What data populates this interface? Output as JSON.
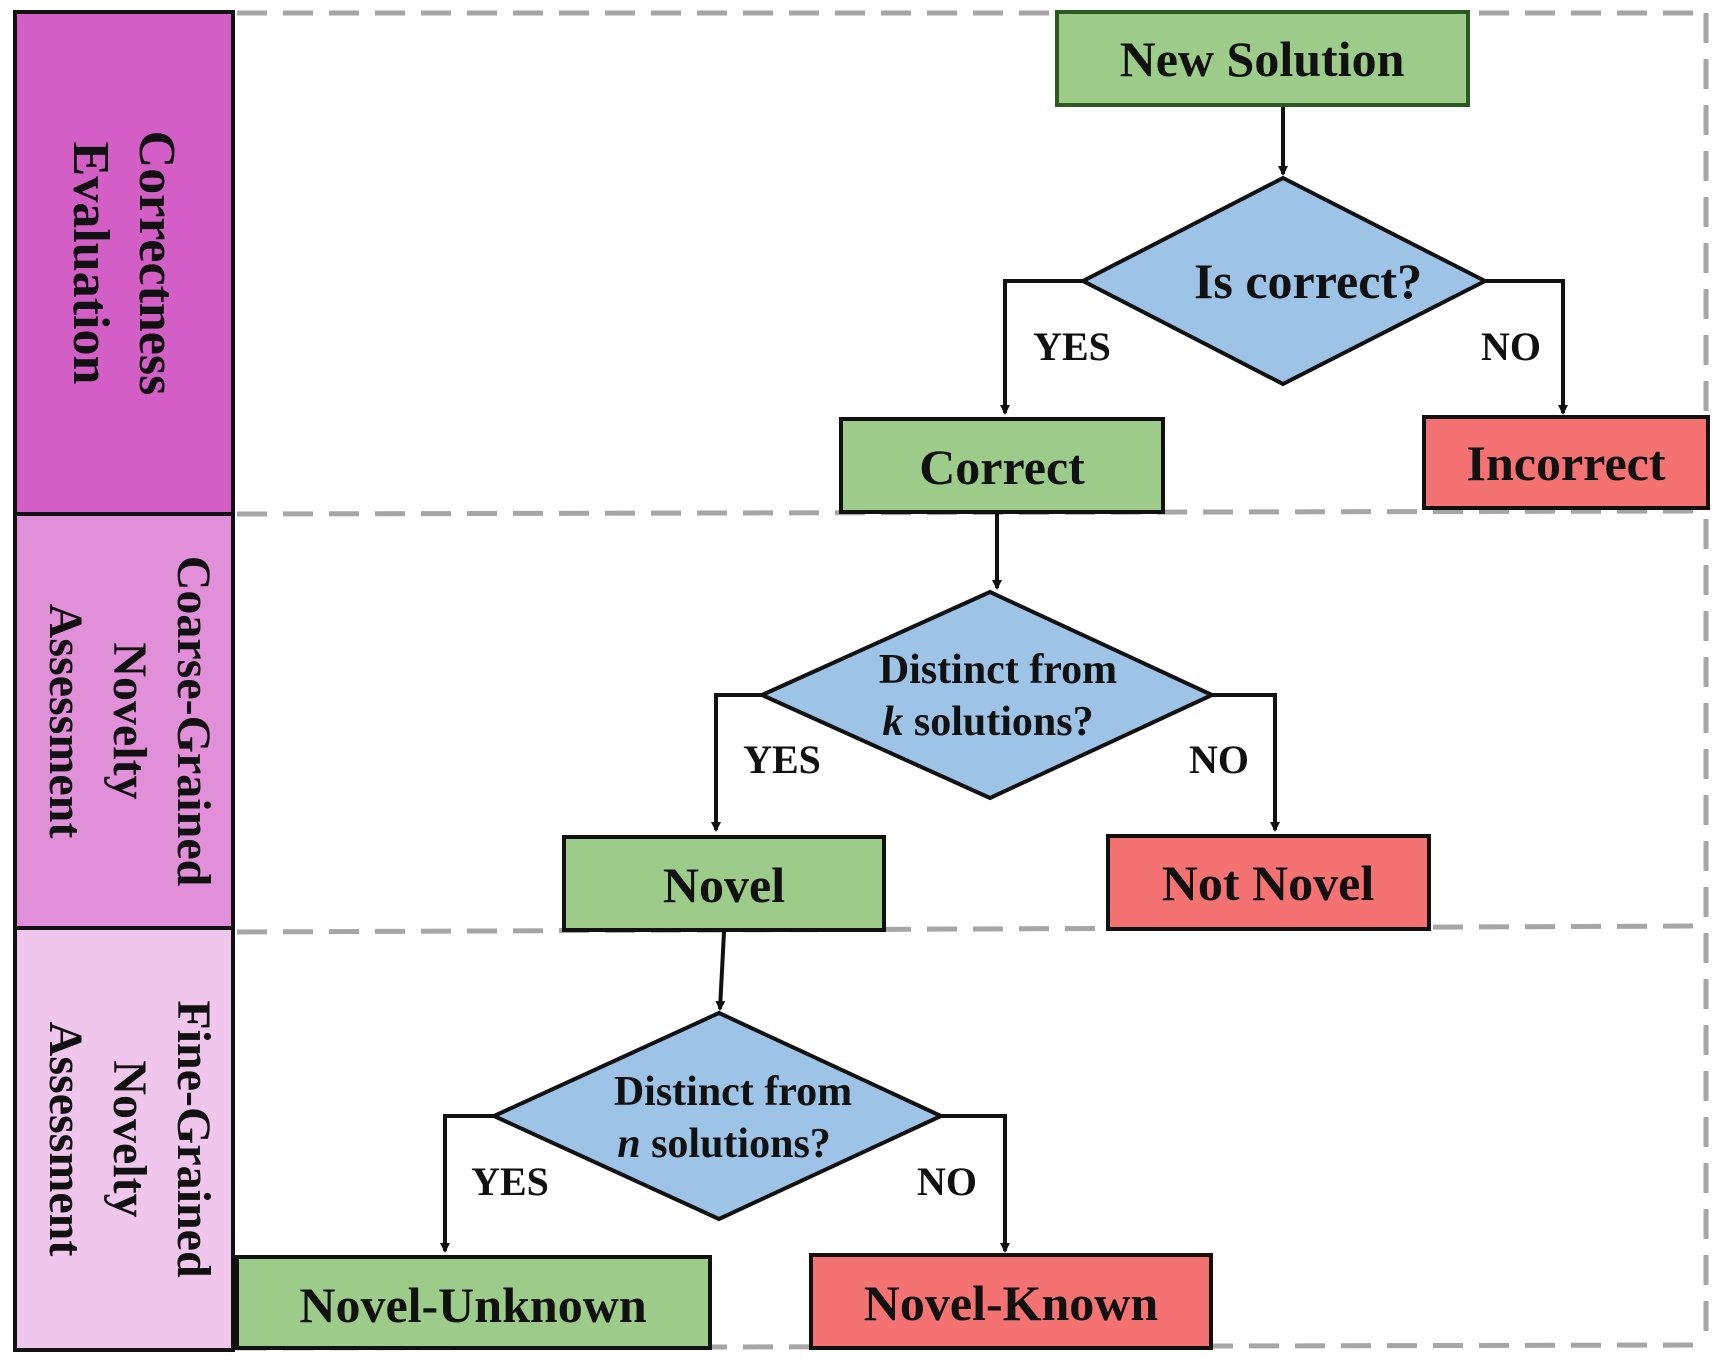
{
  "lanes": [
    {
      "label_line1": "Correctness",
      "label_line2": "Evaluation",
      "label_line3": "",
      "color": "#d35fc6"
    },
    {
      "label_line1": "Coarse-Grained",
      "label_line2": "Novelty",
      "label_line3": "Assessment",
      "color": "#e08fd8"
    },
    {
      "label_line1": "Fine-Grained",
      "label_line2": "Novelty",
      "label_line3": "Assessment",
      "color": "#f0c6ec"
    }
  ],
  "nodes": {
    "start": {
      "label": "New Solution"
    },
    "decision1": {
      "label": "Is correct?"
    },
    "correct": {
      "label": "Correct"
    },
    "incorrect": {
      "label": "Incorrect"
    },
    "decision2": {
      "line1": "Distinct from",
      "var": "k",
      "line2_rest": " solutions?"
    },
    "novel": {
      "label": "Novel"
    },
    "not_novel": {
      "label": "Not Novel"
    },
    "decision3": {
      "line1": "Distinct from",
      "var": "n",
      "line2_rest": " solutions?"
    },
    "novel_unknown": {
      "label": "Novel-Unknown"
    },
    "novel_known": {
      "label": "Novel-Known"
    }
  },
  "branches": {
    "yes": "YES",
    "no": "NO"
  },
  "colors": {
    "positive": "#9dcb8a",
    "negative": "#f47272",
    "decision": "#9dc3e6",
    "stroke": "#111111",
    "divider": "#a6a6a6"
  }
}
